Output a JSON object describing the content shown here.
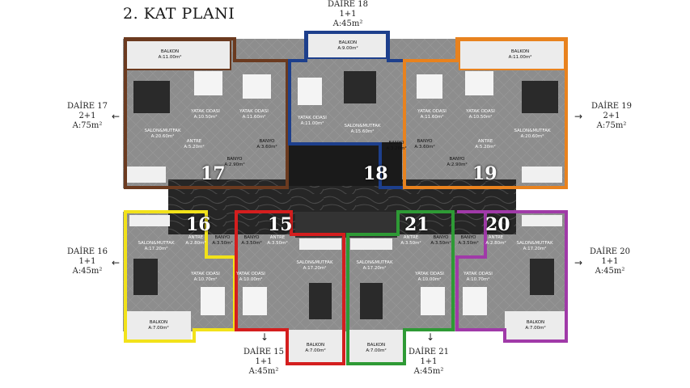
{
  "title": "2. KAT PLANI",
  "units": {
    "d17": {
      "name": "DAİRE 17",
      "type": "2+1",
      "area": "A:75m²"
    },
    "d18": {
      "name": "DAİRE 18",
      "type": "1+1",
      "area": "A:45m²"
    },
    "d19": {
      "name": "DAİRE 19",
      "type": "2+1",
      "area": "A:75m²"
    },
    "d16": {
      "name": "DAİRE 16",
      "type": "1+1",
      "area": "A:45m²"
    },
    "d20": {
      "name": "DAİRE 20",
      "type": "1+1",
      "area": "A:45m²"
    },
    "d15": {
      "name": "DAİRE 15",
      "type": "1+1",
      "area": "A:45m²"
    },
    "d21": {
      "name": "DAİRE 21",
      "type": "1+1",
      "area": "A:45m²"
    }
  },
  "numbers": {
    "n17": "17",
    "n18": "18",
    "n19": "19",
    "n16": "16",
    "n15": "15",
    "n21": "21",
    "n20": "20"
  },
  "arrows": {
    "left": "←",
    "right": "→",
    "down": "↓"
  },
  "rooms": {
    "balkon17": {
      "name": "BALKON",
      "area": "A:11.00m²"
    },
    "yatak17a": {
      "name": "YATAK ODASI",
      "area": "A:10.50m²"
    },
    "yatak17b": {
      "name": "YATAK ODASI",
      "area": "A:11.60m²"
    },
    "salon17": {
      "name": "SALON&MUTFAK",
      "area": "A:20.60m²"
    },
    "antre17": {
      "name": "ANTRE",
      "area": "A:5.20m²"
    },
    "banyo17a": {
      "name": "BANYO",
      "area": "A:3.60m²"
    },
    "banyo17b": {
      "name": "BANYO",
      "area": "A:2.90m²"
    },
    "balkon18": {
      "name": "BALKON",
      "area": "A:9.00m²"
    },
    "yatak18": {
      "name": "YATAK ODASI",
      "area": "A:11.00m²"
    },
    "salon18": {
      "name": "SALON&MUTFAK",
      "area": "A:15.60m²"
    },
    "banyo18": {
      "name": "BANYO",
      "area": "A:3.20m²"
    },
    "balkon19": {
      "name": "BALKON",
      "area": "A:11.00m²"
    },
    "yatak19a": {
      "name": "YATAK ODASI",
      "area": "A:11.60m²"
    },
    "yatak19b": {
      "name": "YATAK ODASI",
      "area": "A:10.50m²"
    },
    "salon19": {
      "name": "SALON&MUTFAK",
      "area": "A:20.60m²"
    },
    "antre19": {
      "name": "ANTRE",
      "area": "A:5.20m²"
    },
    "banyo19a": {
      "name": "BANYO",
      "area": "A:3.60m²"
    },
    "banyo19b": {
      "name": "BANYO",
      "area": "A:2.90m²"
    },
    "salon16": {
      "name": "SALON&MUTFAK",
      "area": "A:17.20m²"
    },
    "antre16": {
      "name": "ANTRE",
      "area": "A:2.80m²"
    },
    "banyo16": {
      "name": "BANYO",
      "area": "A:3.50m²"
    },
    "yatak16": {
      "name": "YATAK ODASI",
      "area": "A:10.70m²"
    },
    "balkon16": {
      "name": "BALKON",
      "area": "A:7.00m²"
    },
    "banyo15": {
      "name": "BANYO",
      "area": "A:3.50m²"
    },
    "antre15": {
      "name": "ANTRE",
      "area": "A:3.50m²"
    },
    "yatak15": {
      "name": "YATAK ODASI",
      "area": "A:10.00m²"
    },
    "salon15": {
      "name": "SALON&MUTFAK",
      "area": "A:17.20m²"
    },
    "balkon15": {
      "name": "BALKON",
      "area": "A:7.00m²"
    },
    "salon21": {
      "name": "SALON&MUTFAK",
      "area": "A:17.20m²"
    },
    "antre21": {
      "name": "ANTRE",
      "area": "A:3.50m²"
    },
    "banyo21": {
      "name": "BANYO",
      "area": "A:3.50m²"
    },
    "yatak21": {
      "name": "YATAK ODASI",
      "area": "A:10.00m²"
    },
    "balkon21": {
      "name": "BALKON",
      "area": "A:7.00m²"
    },
    "banyo20": {
      "name": "BANYO",
      "area": "A:3.50m²"
    },
    "antre20": {
      "name": "ANTRE",
      "area": "A:2.80m²"
    },
    "salon20": {
      "name": "SALON&MUTFAK",
      "area": "A:17.20m²"
    },
    "yatak20": {
      "name": "YATAK ODASI",
      "area": "A:10.70m²"
    },
    "balkon20": {
      "name": "BALKON",
      "area": "A:7.00m²"
    }
  },
  "colors": {
    "d17": "#6b3a1f",
    "d18": "#1d3f8c",
    "d19": "#e8821e",
    "d16": "#f2e21a",
    "d15": "#d41e1e",
    "d21": "#2e9a35",
    "d20": "#a03aa8",
    "floor": "#8a8a8a",
    "corridor": "#2b2b2b",
    "balcony": "#e8e8e8"
  }
}
